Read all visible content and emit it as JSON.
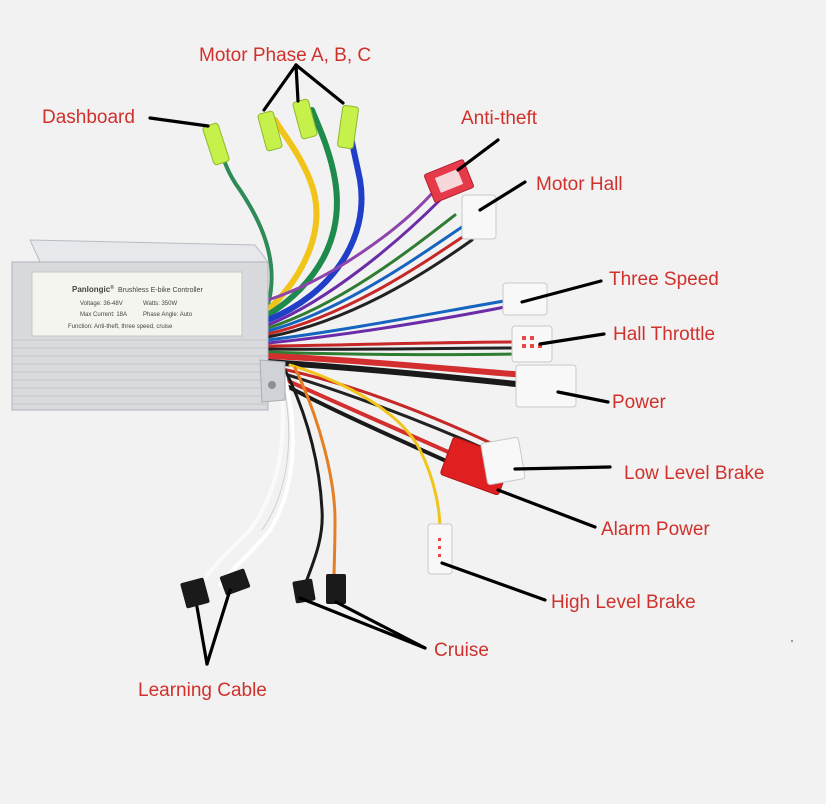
{
  "labels": {
    "motor_phase": "Motor Phase A, B, C",
    "dashboard": "Dashboard",
    "anti_theft": "Anti-theft",
    "motor_hall": "Motor Hall",
    "three_speed": "Three Speed",
    "hall_throttle": "Hall Throttle",
    "power": "Power",
    "low_level_brake": "Low Level Brake",
    "alarm_power": "Alarm Power",
    "high_level_brake": "High Level Brake",
    "cruise": "Cruise",
    "learning_cable": "Learning Cable"
  },
  "controller": {
    "brand": "Panlongic",
    "title": "Brushless E-bike Controller",
    "voltage": "Voltage: 36-48V",
    "watts": "Watts: 350W",
    "max_current": "Max Current: 18A",
    "phase_angle": "Phase Angle: Auto",
    "functions": "Function: Anti-theft, three speed, cruise"
  },
  "colors": {
    "label_red": "#d0312d",
    "housing": "#d8dadd",
    "phase_connector": "#c6f04a",
    "red_connector": "#e02020"
  }
}
